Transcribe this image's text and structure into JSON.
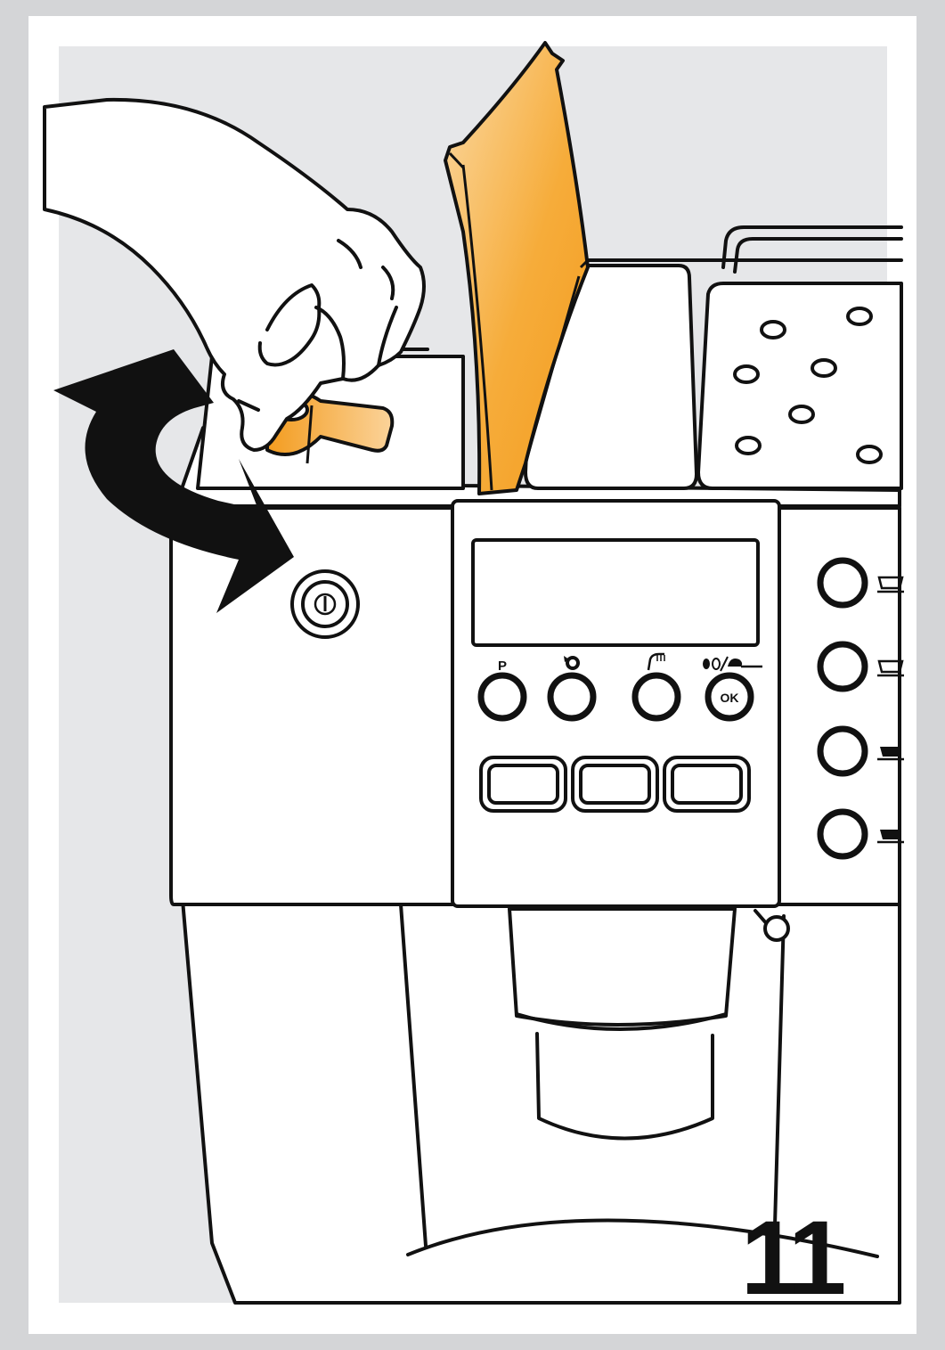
{
  "step_number": "11",
  "panel": {
    "p_label": "P",
    "ok_label": "OK"
  },
  "colors": {
    "frame": "#d4d5d7",
    "paper": "#ffffff",
    "backdrop": "#e6e7e9",
    "ink": "#111111",
    "accent": "#f5a623"
  },
  "icons": {
    "power": "power-icon",
    "rinse": "rinse-icon",
    "steam": "steam-icon",
    "bean_powder": "bean-powder-icon",
    "cup_large": "cup-large-icon",
    "cup_medium": "cup-medium-icon",
    "cup_small_1": "cup-small-icon",
    "cup_small_2": "cup-small-icon",
    "rotate_arrow": "rotate-arrow-icon"
  }
}
